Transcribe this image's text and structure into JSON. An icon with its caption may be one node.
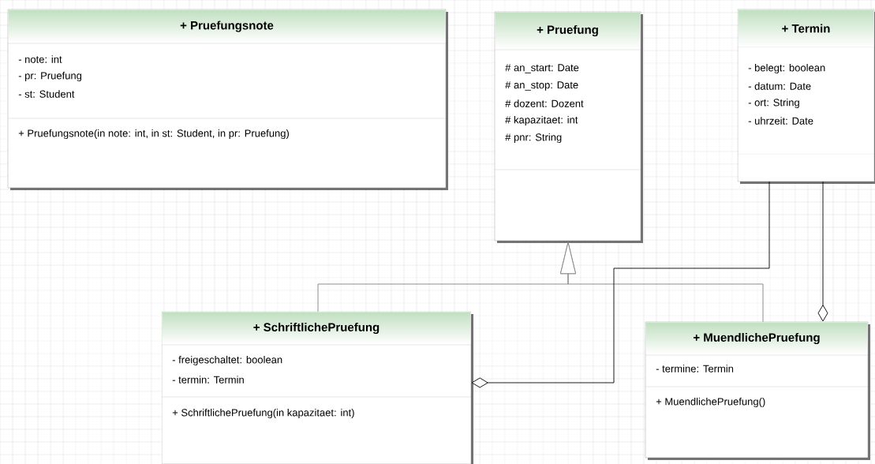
{
  "diagram": {
    "nodes": [
      {
        "text": [
          "+ Pruefungsnote",
          "- note: int",
          "- pr: Pruefung",
          "- st: Student",
          "+  Pruefungsnote(in note: int, in st: Student, in pr: Pruefung)"
        ]
      },
      {
        "text": [
          "+ Pruefung",
          "# an_start: Date",
          "# an_stop: Date",
          "# dozent: Dozent",
          "# kapazitaet: int",
          "# pnr: String"
        ]
      },
      {
        "text": [
          "+ Termin",
          "- belegt: boolean",
          "- datum: Date",
          "- ort: String",
          "- uhrzeit: Date"
        ]
      },
      {
        "text": [
          "+ SchriftlichePruefung",
          "- freigeschaltet: boolean",
          "- termin: Termin",
          "+  SchriftlichePruefung(in kapazitaet: int)"
        ]
      },
      {
        "text": [
          "+ MuendlichePruefung",
          "- termine: Termin",
          "+  MuendlichePruefung()"
        ]
      }
    ],
    "edges": [
      {
        "from": 3,
        "to": 1,
        "arrow": "to",
        "color": "#808080"
      },
      {
        "from": 4,
        "to": 1,
        "arrow": "to",
        "color": "#808080"
      },
      {
        "from": 2,
        "to": 3,
        "arrow": "other",
        "color": "#000000"
      },
      {
        "from": 2,
        "to": 4,
        "arrow": "other",
        "color": "#000000"
      }
    ]
  }
}
